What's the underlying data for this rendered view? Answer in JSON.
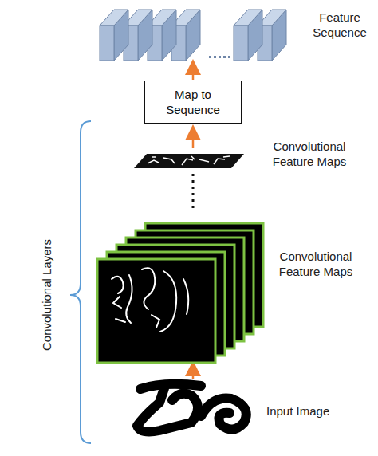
{
  "diagram": {
    "nodes": [
      {
        "text": [
          "Map to Sequence"
        ]
      }
    ],
    "labels": [
      "Feature Sequence",
      "Convolutional Feature Maps",
      "Convolutional Feature Maps",
      "Input Image",
      "Convolutional Layers"
    ]
  }
}
